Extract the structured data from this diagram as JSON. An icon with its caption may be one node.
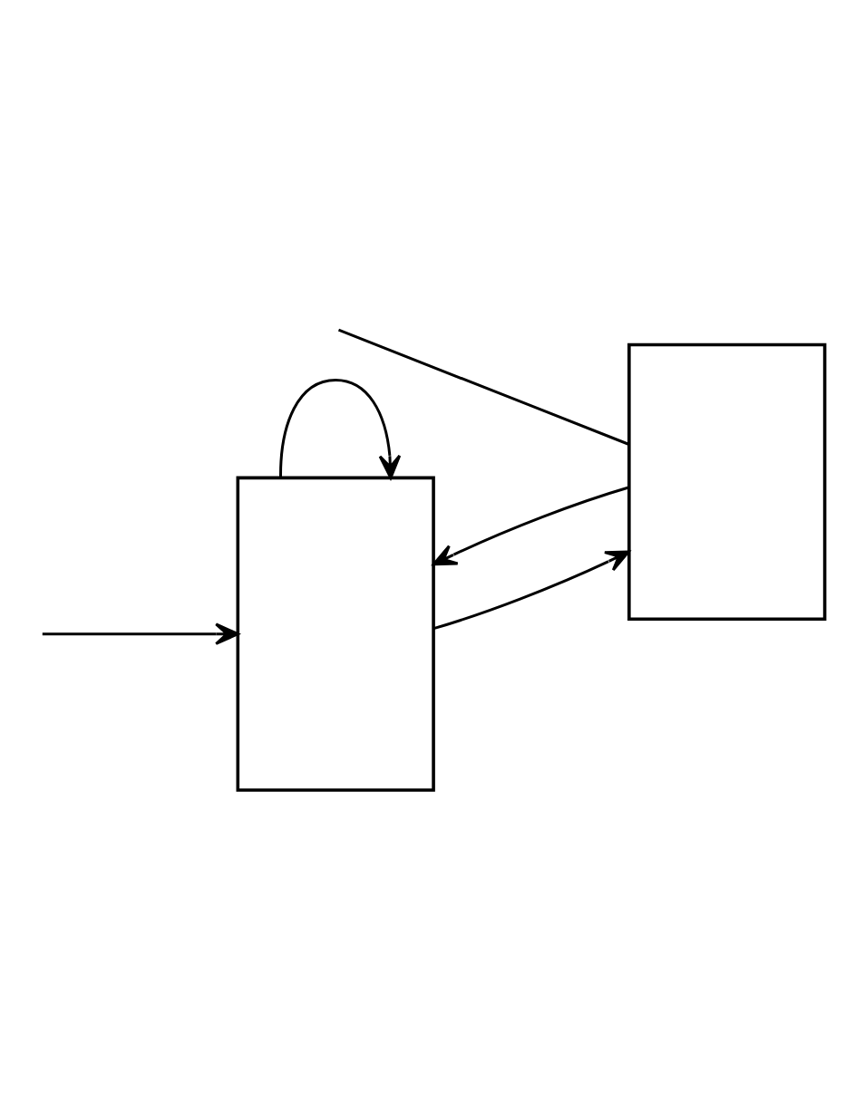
{
  "diagram": {
    "nodes": [
      {
        "text": [],
        "shape": "box"
      },
      {
        "text": [],
        "shape": "box"
      }
    ],
    "edges": [
      {
        "from": null,
        "to": 0,
        "arrow": "to"
      },
      {
        "from": 1,
        "to": 0,
        "arrow": "to"
      },
      {
        "from": 0,
        "to": 0,
        "arrow": "to"
      },
      {
        "from": 0,
        "to": 1,
        "arrow": "to"
      },
      {
        "from": null,
        "to": 1,
        "arrow": "none"
      }
    ]
  }
}
